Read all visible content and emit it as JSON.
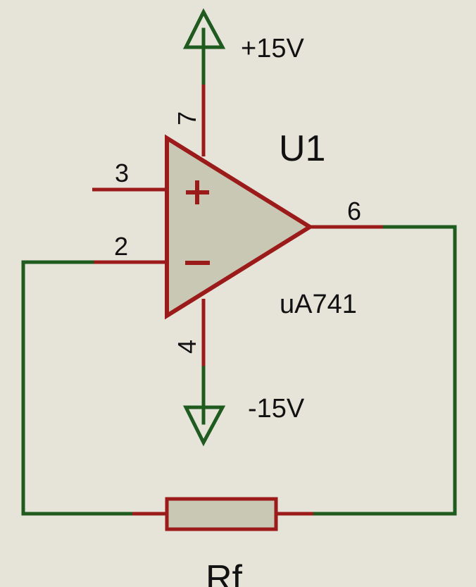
{
  "colors": {
    "background": "#e6e3d8",
    "component_body": "#c9c8b4",
    "component_outline": "#9b1a1a",
    "pin_wire": "#9b1a1a",
    "net_wire": "#1f5a1f",
    "text": "#111111"
  },
  "opamp": {
    "reference": "U1",
    "part": "uA741",
    "pins": {
      "noninverting": "3",
      "inverting": "2",
      "output": "6",
      "vpos": "7",
      "vneg": "4"
    },
    "input_signs": {
      "noninverting": "+",
      "inverting": "−"
    }
  },
  "power": {
    "positive_label": "+15V",
    "negative_label": "-15V"
  },
  "resistor": {
    "reference": "Rf"
  }
}
